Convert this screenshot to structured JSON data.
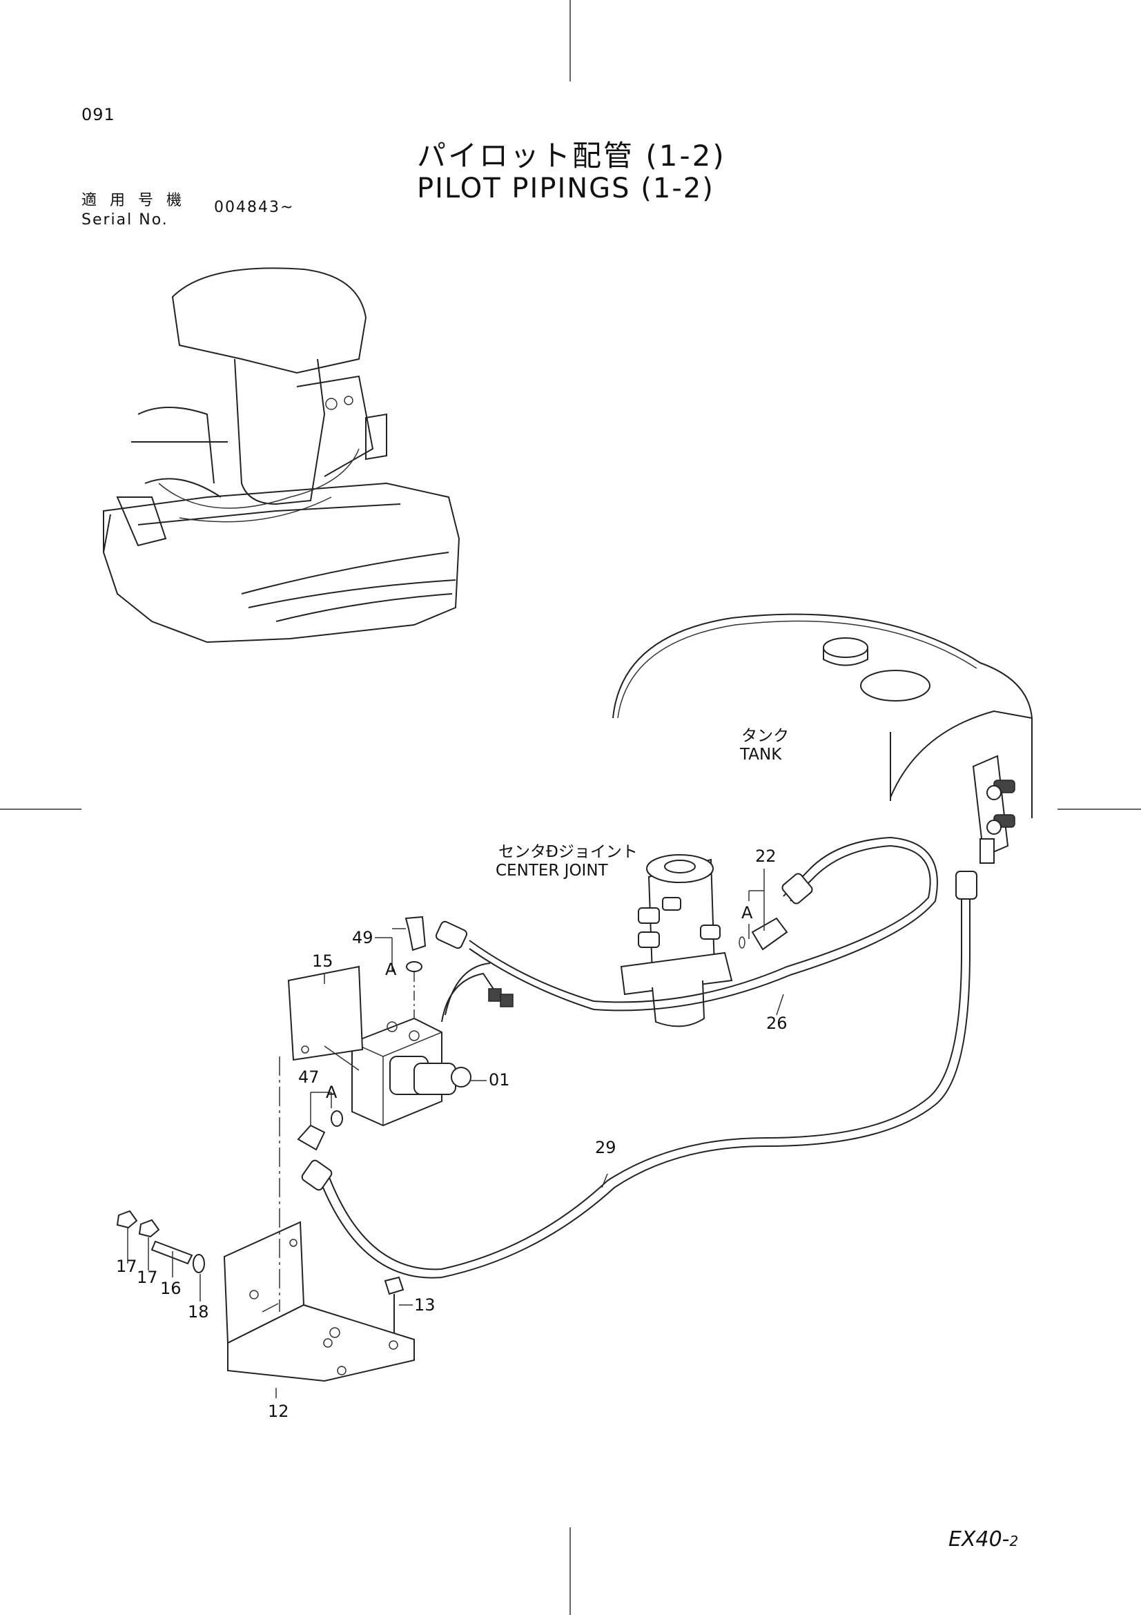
{
  "header": {
    "page_number": "091",
    "title_jp": "パイロット配管 (1-2)",
    "title_en": "PILOT PIPINGS (1-2)",
    "serial_label_jp": "適 用 号 機",
    "serial_label_en": "Serial No.",
    "serial_value": "004843~"
  },
  "labels": {
    "tank_jp": "タンク",
    "tank_en": "TANK",
    "center_joint_jp": "センタÐジョイント",
    "center_joint_en": "CENTER JOINT"
  },
  "callouts": {
    "c01": "01",
    "c12": "12",
    "c13": "13",
    "c15": "15",
    "c16": "16",
    "c17a": "17",
    "c17b": "17",
    "c18": "18",
    "c22": "22",
    "c26": "26",
    "c29": "29",
    "c47": "47",
    "c49": "49",
    "detail_a1": "A",
    "detail_a2": "A",
    "detail_a3": "A"
  },
  "footer": {
    "model": "EX40-",
    "model_suffix": "2"
  }
}
